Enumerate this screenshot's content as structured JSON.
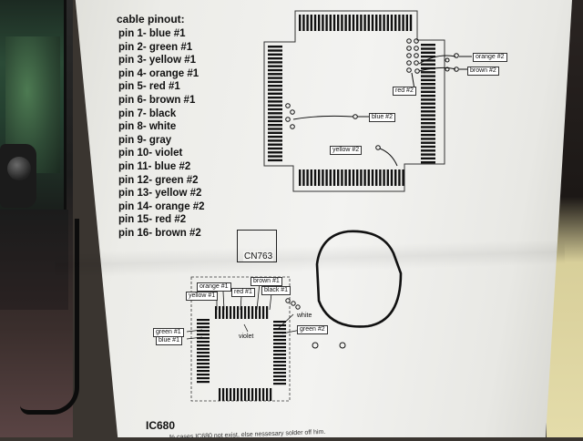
{
  "pinout": {
    "title": "cable pinout:",
    "pins": [
      "pin 1- blue #1",
      "pin 2- green #1",
      "pin 3- yellow #1",
      "pin 4- orange #1",
      "pin 5- red #1",
      "pin 6- brown #1",
      "pin 7- black",
      "pin 8- white",
      "pin 9- gray",
      "pin 10- violet",
      "pin 11- blue #2",
      "pin 12- green #2",
      "pin 13- yellow #2",
      "pin 14- orange #2",
      "pin 15- red #2",
      "pin 16- brown #2"
    ]
  },
  "top_chip_labels": {
    "orange2": "orange #2",
    "brown2": "brown #2",
    "red2": "red #2",
    "blue2": "blue #2",
    "yellow2": "yellow #2"
  },
  "connector": {
    "label": "CN763"
  },
  "bottom_chip_labels": {
    "orange1": "orange #1",
    "yellow1": "yellow #1",
    "red1": "red #1",
    "brown1": "brown #1",
    "black": "black #1",
    "white": "white",
    "green2": "green #2",
    "green1": "green #1",
    "blue1": "blue #1",
    "violet": "violet"
  },
  "ic": {
    "title": "IC680",
    "note": "...% cases IC680 not exist, else nessesary solder off him."
  }
}
